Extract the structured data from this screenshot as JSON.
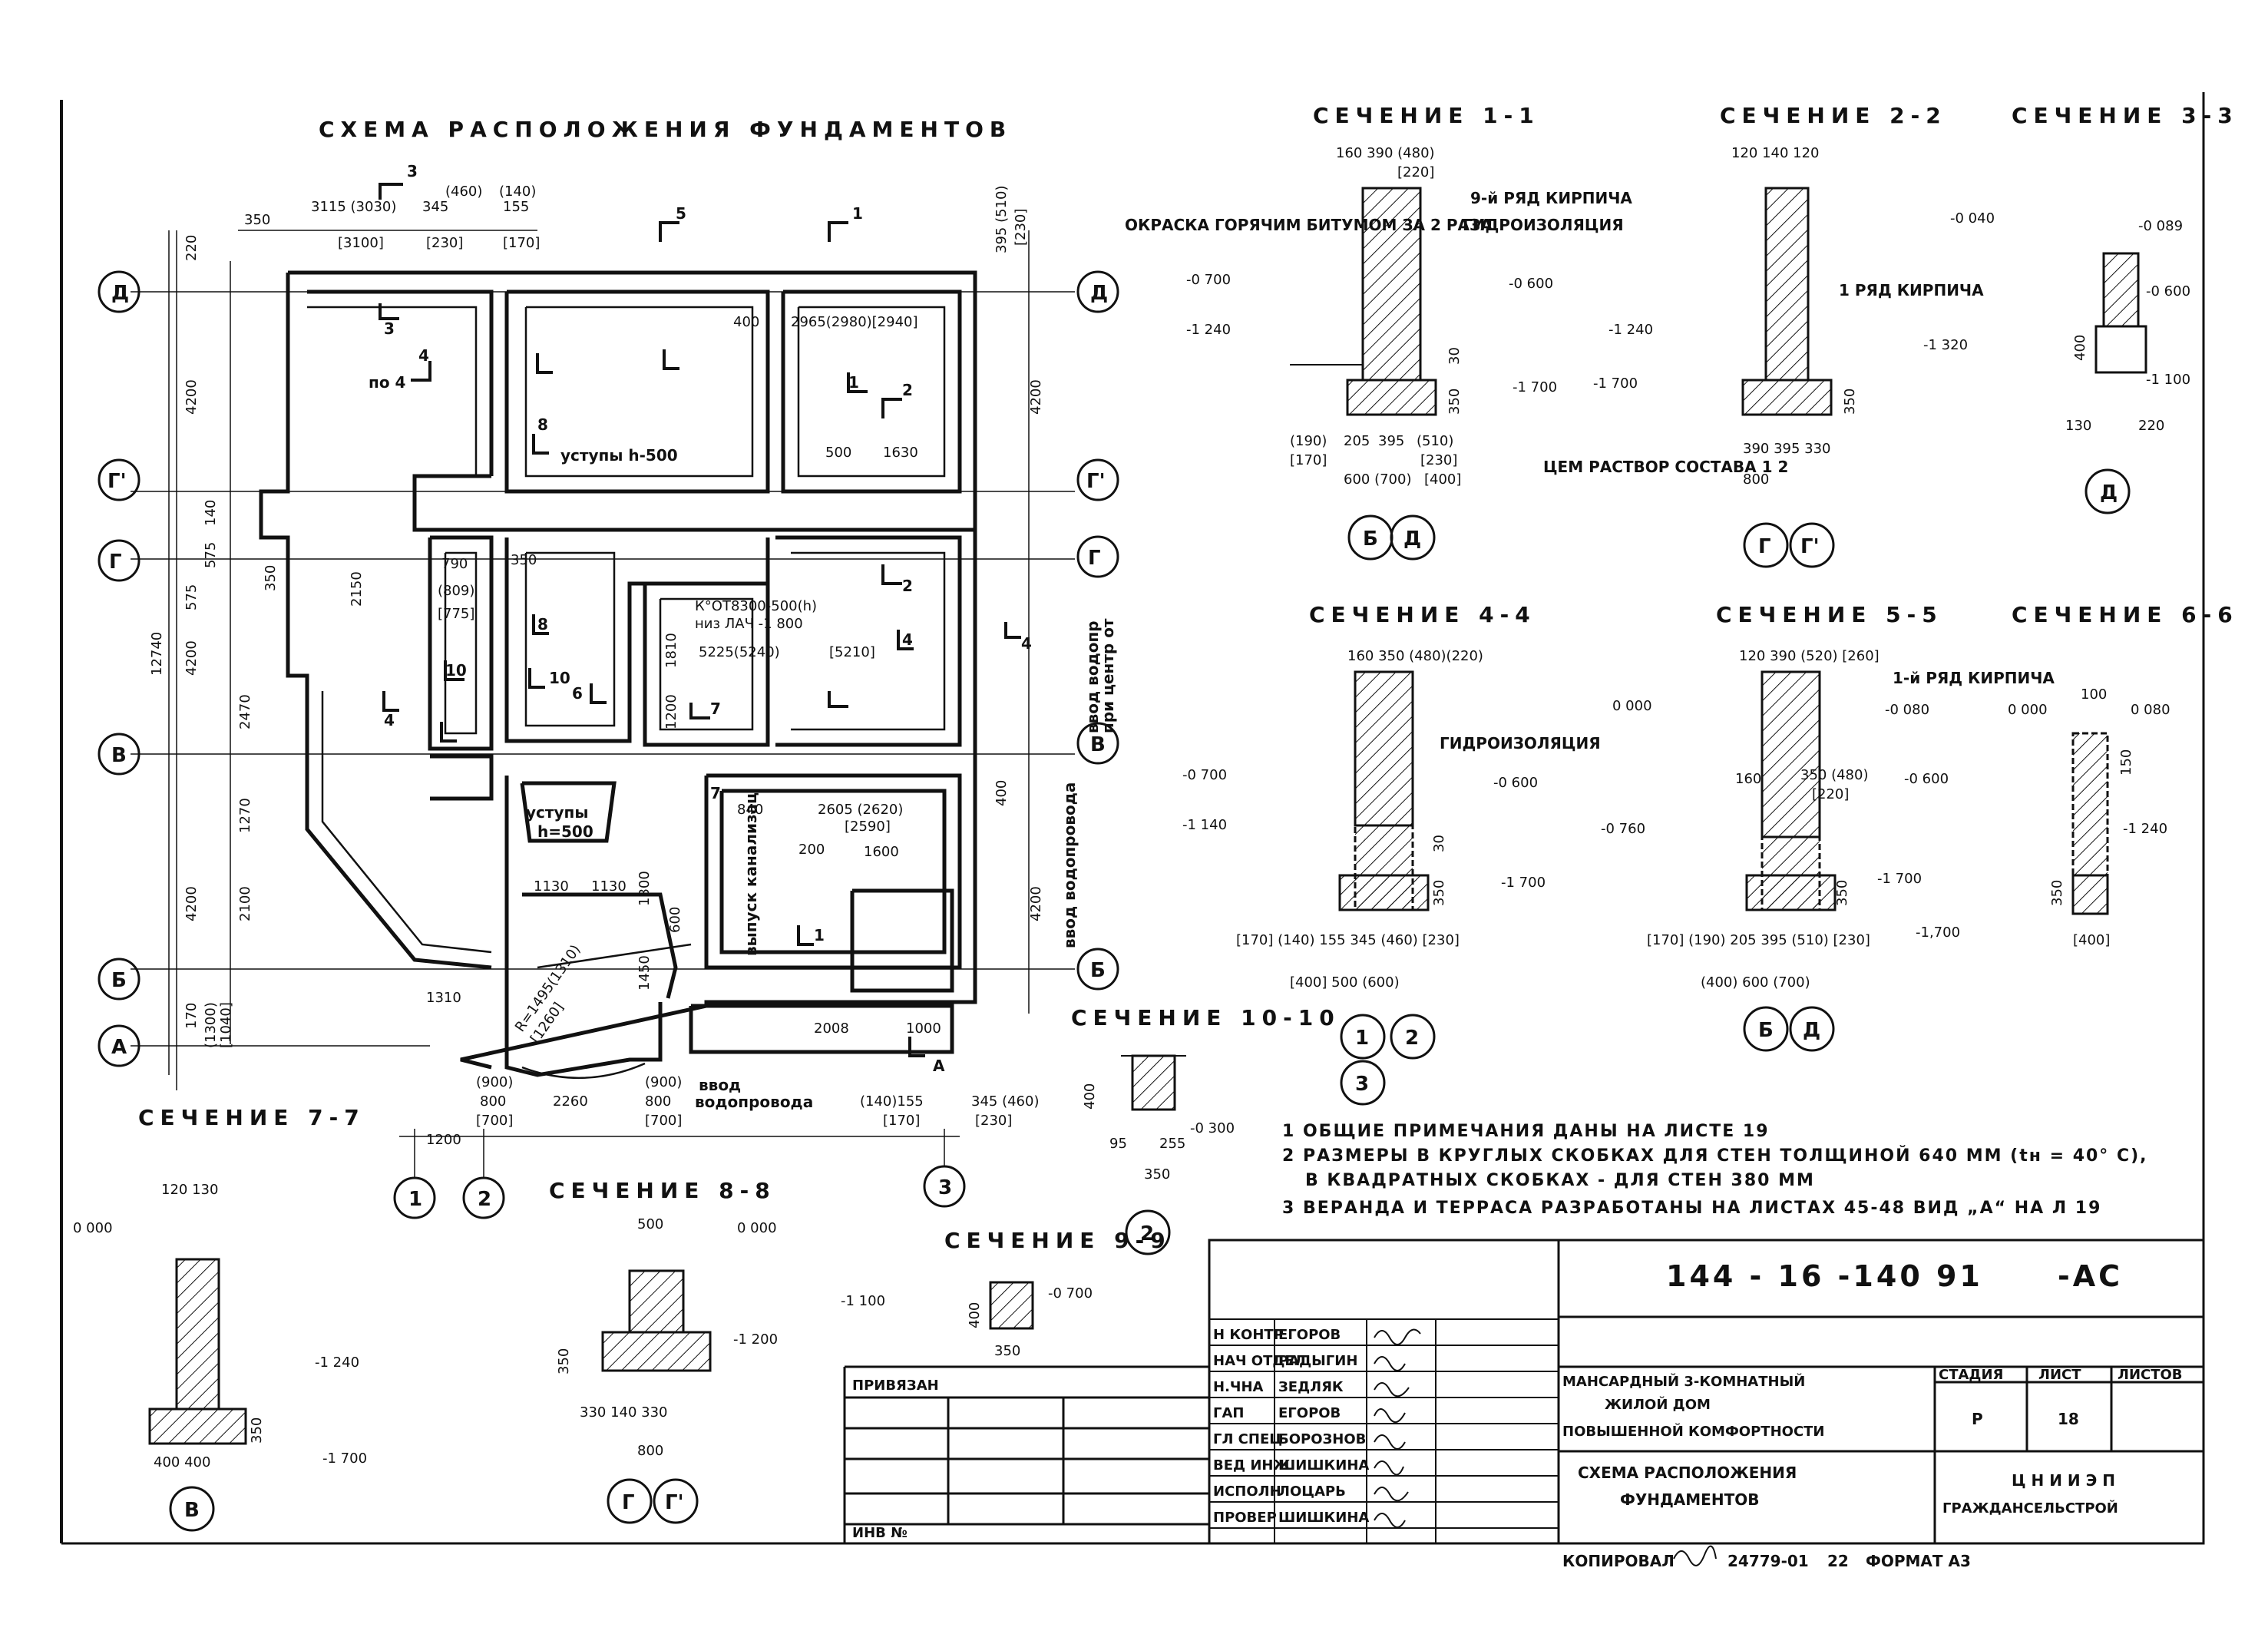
{
  "plan": {
    "title": "СХЕМА РАСПОЛОЖЕНИЯ ФУНДАМЕНТОВ",
    "axes_rows": [
      "Д",
      "Г'",
      "Г",
      "В",
      "Б",
      "А"
    ],
    "axes_cols": [
      "1",
      "2",
      "3"
    ],
    "left_dims": [
      "220",
      "4200",
      "140",
      "575",
      "575",
      "4200",
      "2470",
      "1270",
      "2100",
      "4200",
      "170",
      "12740",
      "350",
      "2150",
      "(1300)",
      "[1040]"
    ],
    "top_dims": [
      "350",
      "3115 (3030)",
      "345",
      "(460)",
      "(140)",
      "155",
      "[3100]",
      "[230]",
      "[170]",
      "395 (510)",
      "[230]"
    ],
    "section_marks": [
      "3",
      "3",
      "4",
      "5",
      "1",
      "1",
      "2",
      "2",
      "8",
      "8",
      "10",
      "10",
      "6",
      "7",
      "7",
      "4",
      "4",
      "1",
      "4"
    ],
    "labels": {
      "po4": "по 4",
      "ustupy1": "уступы h-500",
      "ustupy2": "уступы",
      "h500": "h=500",
      "vypusk": "выпуск канализац",
      "vvod_vodopr": "ввод водопровода",
      "vvod_vodopr_side": "ввод водопр",
      "from_center": "при центр от",
      "radius": "R=1495(1310)",
      "radius2": "[1260]",
      "vvod": "ввод",
      "vodoprovoda": "водопровода",
      "note_hatch": "К°ОТ8300-500(h)",
      "note_hatch2": "низ ЛАЧ -1 800",
      "a_mark": "А",
      "dim_500": "500",
      "dim_1630": "1630",
      "dim_2965": "2965(2980)[2940]",
      "dim_400a": "400",
      "dim_350": "350",
      "dim_5225": "5225(5240)",
      "dim_5210": "[5210]",
      "dim_1810": "1810",
      "dim_1200": "1200",
      "dim_840": "840",
      "dim_2605": "2605 (2620)",
      "dim_2590": "[2590]",
      "dim_1600": "1600",
      "dim_200": "200",
      "dim_1130a": "1130",
      "dim_1130b": "1130",
      "dim_1300": "1300",
      "dim_1450": "1450",
      "dim_600": "600",
      "dim_1310": "1310",
      "dim_2008": "2008",
      "dim_1000": "1000",
      "dim_2260": "2260",
      "dim_800a": "800",
      "dim_800b": "800",
      "dim_900a": "(900)",
      "dim_900b": "(900)",
      "dim_700a": "[700]",
      "dim_700b": "[700]",
      "dim_1200b": "1200",
      "dim_140_155": "(140)155",
      "dim_170b": "[170]",
      "dim_345_460": "345 (460)",
      "dim_230c": "[230]",
      "dim_790": "790",
      "dim_809": "(809)",
      "dim_775": "[775]",
      "dim_4200r": "4200",
      "dim_400r": "400",
      "dim_4200r2": "4200"
    }
  },
  "sections": {
    "s11": {
      "title": "СЕЧЕНИЕ 1-1",
      "dims_top": "160 390 (480)",
      "dims_top2": "[220]",
      "paint": "ОКРАСКА ГОРЯЧИМ БИТУМОМ ЗА 2 РАЗА",
      "brick": "9-й РЯД КИРПИЧА",
      "hydro": "ГИДРОИЗОЛЯЦИЯ",
      "mortar": "ЦЕМ РАСТВОР СОСТАВА 1 2",
      "lv1": "-0 700",
      "lv2": "-1 240",
      "lv3": "-0 600",
      "lv4": "-1 700",
      "b1": "(190)",
      "b2": "[170]",
      "b3": "205",
      "b4": "395",
      "b5": "(510)",
      "b6": "[230]",
      "b7": "600 (700)",
      "b8": "[400]",
      "h350": "350",
      "h30": "30",
      "ax1": "Б",
      "ax2": "Д"
    },
    "s22": {
      "title": "СЕЧЕНИЕ 2-2",
      "dims_top": "120 140 120",
      "brick": "1 РЯД КИРПИЧА",
      "lv1": "-1 240",
      "lv2": "-1 700",
      "lv3": "-1 320",
      "bot": "390 395 330",
      "w800": "800",
      "h350": "350",
      "ax1": "Г",
      "ax2": "Г'"
    },
    "s33": {
      "title": "СЕЧЕНИЕ 3-3",
      "lv1": "-0 040",
      "lv2": "-0 089",
      "lv3": "-0 600",
      "lv4": "-1 100",
      "h400": "400",
      "w130": "130",
      "w220": "220",
      "ax": "Д"
    },
    "s44": {
      "title": "СЕЧЕНИЕ 4-4",
      "dims_top": "160 350 (480)(220)",
      "hydro": "ГИДРОИЗОЛЯЦИЯ",
      "lv1": "-0 700",
      "lv2": "-1 140",
      "lv3": "-0 600",
      "lv4": "-1 700",
      "bot": "[170] (140) 155 345 (460) [230]",
      "bot2": "[400]  500  (600)",
      "h350": "350",
      "h30": "30",
      "ax1": "1",
      "ax2": "2",
      "ax3": "3"
    },
    "s55": {
      "title": "СЕЧЕНИЕ 5-5",
      "dims_top": "120 390 (520) [260]",
      "brick": "1-й РЯД КИРПИЧА",
      "lv0": "0 000",
      "lv1": "-0 080",
      "lv2": "-0 760",
      "lv3": "-0 600",
      "lv4": "-1 700",
      "mid": "160",
      "mid2": "350 (480)",
      "mid3": "[220]",
      "bot": "[170] (190) 205 395 (510) [230]",
      "bot2": "(400)  600  (700)",
      "lv5": "-1,700",
      "h350": "350",
      "ax1": "Б",
      "ax2": "Д"
    },
    "s66": {
      "title": "СЕЧЕНИЕ 6-6",
      "lv0": "0 000",
      "lv1": "0 080",
      "lv2": "-1 240",
      "w100": "100",
      "h150": "150",
      "h350": "350",
      "w400": "[400]"
    },
    "s77": {
      "title": "СЕЧЕНИЕ 7-7",
      "dims_top": "120 130",
      "lv0": "0 000",
      "lv1": "-1 240",
      "lv2": "-1 700",
      "bot": "400 400",
      "h350": "350",
      "ax": "В"
    },
    "s88": {
      "title": "СЕЧЕНИЕ 8-8",
      "w500": "500",
      "lv0": "0 000",
      "lv1": "-1 200",
      "bot": "330 140 330",
      "w800": "800",
      "h350": "350",
      "ax1": "Г",
      "ax2": "Г'"
    },
    "s99": {
      "title": "СЕЧЕНИЕ 9-9",
      "lv1": "-1 100",
      "lv2": "-0 700",
      "h400": "400",
      "w350": "350"
    },
    "s1010": {
      "title": "СЕЧЕНИЕ 10-10",
      "lv1": "-0 300",
      "h400": "400",
      "w95": "95",
      "w255": "255",
      "w350": "350",
      "ax": "2"
    }
  },
  "notes": [
    "1 ОБЩИЕ ПРИМЕЧАНИЯ ДАНЫ НА ЛИСТЕ 19",
    "2 РАЗМЕРЫ В КРУГЛЫХ СКОБКАХ ДЛЯ СТЕН ТОЛЩИНОЙ 640 ММ (tн = 40° С),",
    "В КВАДРАТНЫХ СКОБКАХ - ДЛЯ СТЕН 380 ММ",
    "3 ВЕРАНДА И ТЕРРАСА РАЗРАБОТАНЫ НА ЛИСТАХ 45-48 ВИД „А“ НА Л 19"
  ],
  "titleblock": {
    "code": "144 - 16 -140 91",
    "suffix": "-АС",
    "privyazan": "ПРИВЯЗАН",
    "inv": "ИНВ №",
    "roles": [
      "Н КОНТР",
      "НАЧ ОТДЕЛ",
      "Н.ЧНА",
      "ГАП",
      "ГЛ СПЕЦ",
      "ВЕД ИНЖ",
      "ИСПОЛН",
      "ПРОВЕР"
    ],
    "names": [
      "ЕГОРОВ",
      "РАДЫГИН",
      "ЗЕДЛЯК",
      "ЕГОРОВ",
      "БОРОЗНОВ",
      "ШИШКИНА",
      "ЛОЦАРЬ",
      "ШИШКИНА"
    ],
    "project": [
      "МАНСАРДНЫЙ 3-КОМНАТНЫЙ",
      "ЖИЛОЙ ДОМ",
      "ПОВЫШЕННОЙ КОМФОРТНОСТИ"
    ],
    "sheet_title": [
      "СХЕМА РАСПОЛОЖЕНИЯ",
      "ФУНДАМЕНТОВ"
    ],
    "stage_h": "СТАДИЯ",
    "sheet_h": "ЛИСТ",
    "sheets_h": "ЛИСТОВ",
    "stage": "Р",
    "sheet": "18",
    "org1": "Ц Н И И Э П",
    "org2": "ГРАЖДАНСЕЛЬСТРОЙ",
    "copied": "КОПИРОВАЛ",
    "copy_no": "24779-01",
    "copy_sheet": "22",
    "format": "ФОРМАТ А3"
  }
}
